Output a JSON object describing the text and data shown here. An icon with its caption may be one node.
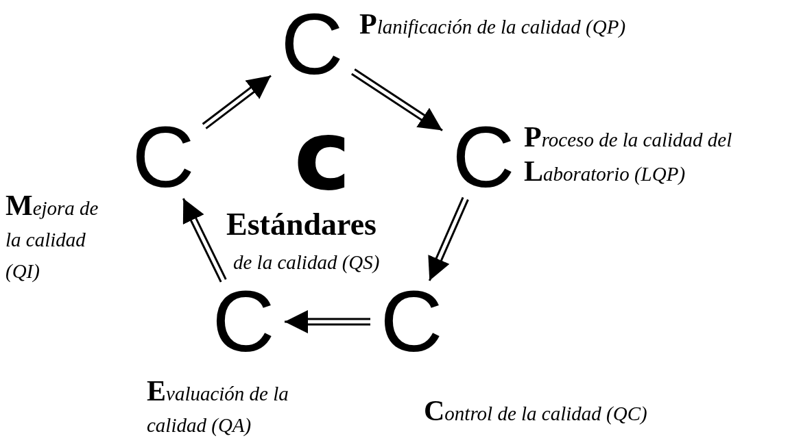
{
  "diagram": {
    "nodes": [
      {
        "text": [
          "C"
        ],
        "beside": [
          "**P**lanificación de la calidad (QP)"
        ]
      },
      {
        "text": [
          "C"
        ],
        "beside": [
          "**P**roceso de la calidad del **L**aboratorio (LQP)"
        ]
      },
      {
        "text": [
          "C"
        ],
        "beside": [
          "**C**ontrol de la calidad (QC)"
        ]
      },
      {
        "text": [
          "C"
        ],
        "beside": [
          "**E**valuación de la calidad (QA)"
        ]
      },
      {
        "text": [
          "C"
        ],
        "beside": [
          "**M**ejora de la calidad (QI)"
        ]
      },
      {
        "text": [
          "c"
        ],
        "beside": [
          "Estándares",
          "de la calidad (QS)"
        ]
      }
    ],
    "edges": [
      {
        "from": 4,
        "to": 0,
        "arrow": "to"
      },
      {
        "from": 0,
        "to": 1,
        "arrow": "to"
      },
      {
        "from": 1,
        "to": 2,
        "arrow": "to"
      },
      {
        "from": 2,
        "to": 3,
        "arrow": "to"
      },
      {
        "from": 3,
        "to": 4,
        "arrow": "to"
      }
    ]
  }
}
